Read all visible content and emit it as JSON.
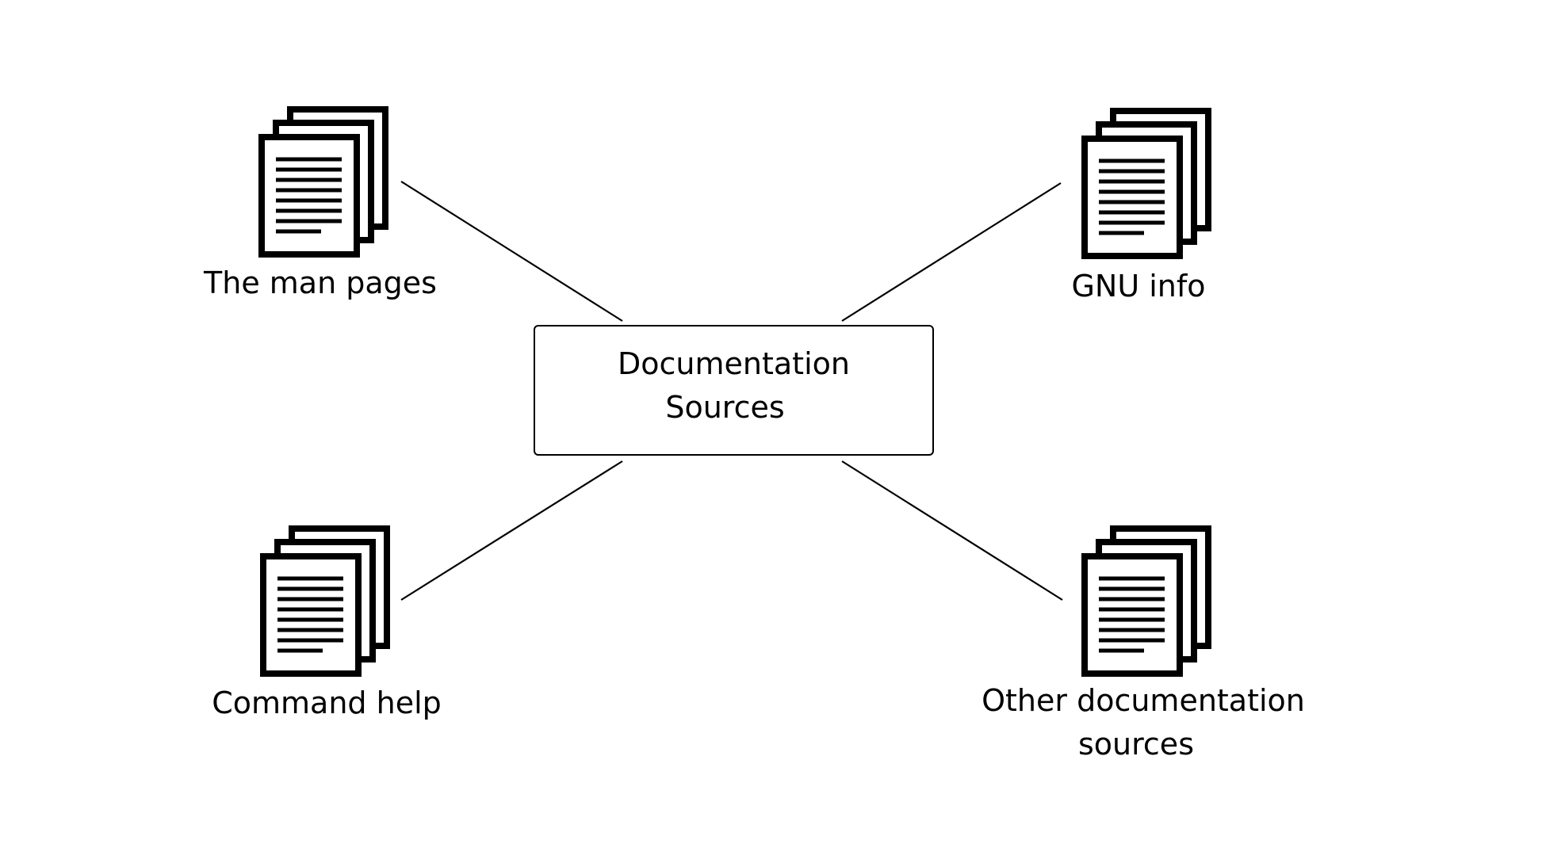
{
  "center": {
    "line1": "Documentation",
    "line2": "Sources"
  },
  "sources": {
    "man_pages": "The man pages",
    "gnu_info": "GNU info",
    "command_help": "Command help",
    "other_line1": "Other documentation",
    "other_line2": "sources"
  },
  "icon": "document-stack-icon",
  "colors": {
    "stroke": "#000000",
    "background": "#ffffff"
  }
}
